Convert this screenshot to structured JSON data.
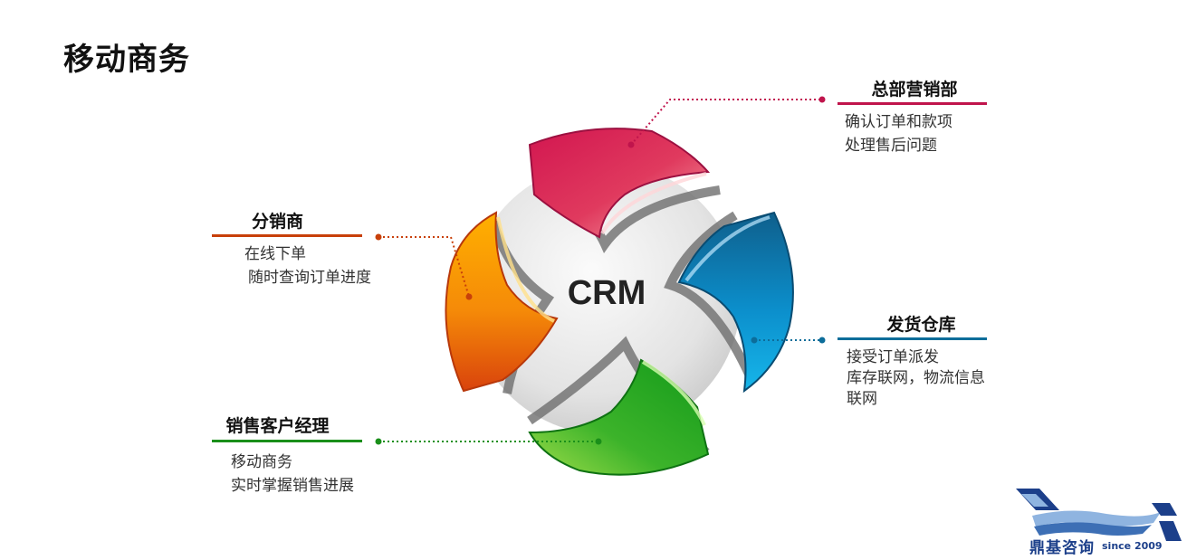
{
  "page": {
    "title": "移动商务"
  },
  "center": {
    "label": "CRM"
  },
  "nodes": {
    "hq_marketing": {
      "heading": "总部营销部",
      "color": "#c0144c",
      "lines": [
        "确认订单和款项",
        "处理售后问题"
      ]
    },
    "distributor": {
      "heading": "分销商",
      "color": "#c8400a",
      "lines": [
        "在线下单",
        "随时查询订单进度"
      ]
    },
    "warehouse": {
      "heading": "发货仓库",
      "color": "#0c6d9a",
      "lines": [
        "接受订单派发",
        "库存联网，物流信息",
        "联网"
      ]
    },
    "account_manager": {
      "heading": "销售客户经理",
      "color": "#1a8f1a",
      "lines": [
        "移动商务",
        "实时掌握销售进展"
      ]
    }
  },
  "logo": {
    "name": "鼎基咨询",
    "since": "since 2009"
  }
}
